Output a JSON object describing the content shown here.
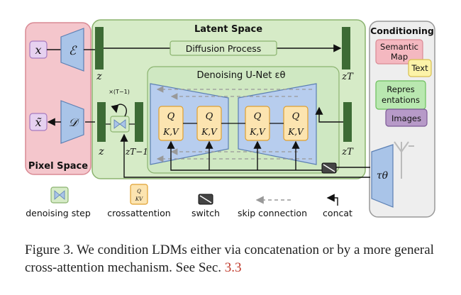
{
  "diagram": {
    "latent_space_title": "Latent Space",
    "pixel_space_label": "Pixel Space",
    "conditioning_title": "Conditioning",
    "diffusion_process_label": "Diffusion Process",
    "unet_title": "Denoising U-Net εθ",
    "symbols": {
      "x": "x",
      "x_tilde": "x̃",
      "encoder": "ℰ",
      "decoder": "𝒟",
      "z_top": "z",
      "z_bottom": "z",
      "z_T_top": "zT",
      "z_T_bottom": "zT",
      "z_T_minus_1": "zT−1",
      "repeat": "×(T−1)",
      "q": "Q",
      "kv": "K,V",
      "tau": "τθ"
    },
    "conditioning_items": {
      "semantic_map": "Semantic\nMap",
      "text": "Text",
      "representations": "Repres\nentations",
      "images": "Images"
    },
    "legend": {
      "denoising_step": "denoising step",
      "crossattention": "crossattention",
      "switch": "switch",
      "skip_connection": "skip connection",
      "concat": "concat"
    },
    "colors": {
      "pixel_bg": "#f4c6cc",
      "latent_bg": "#d6ebc7",
      "latent_border": "#8bb36f",
      "conditioning_bg": "#eeeeee",
      "encoder_fill": "#a9c4e8",
      "dark_green_bar": "#3d6b35",
      "purple_box": "#e6d1f0",
      "qkv_fill": "#fce4b0",
      "qkv_border": "#e0a030"
    }
  },
  "caption": {
    "text": "Figure 3.  We condition LDMs either via concatenation or by a more general cross-attention mechanism. See Sec. ",
    "ref": "3.3"
  }
}
